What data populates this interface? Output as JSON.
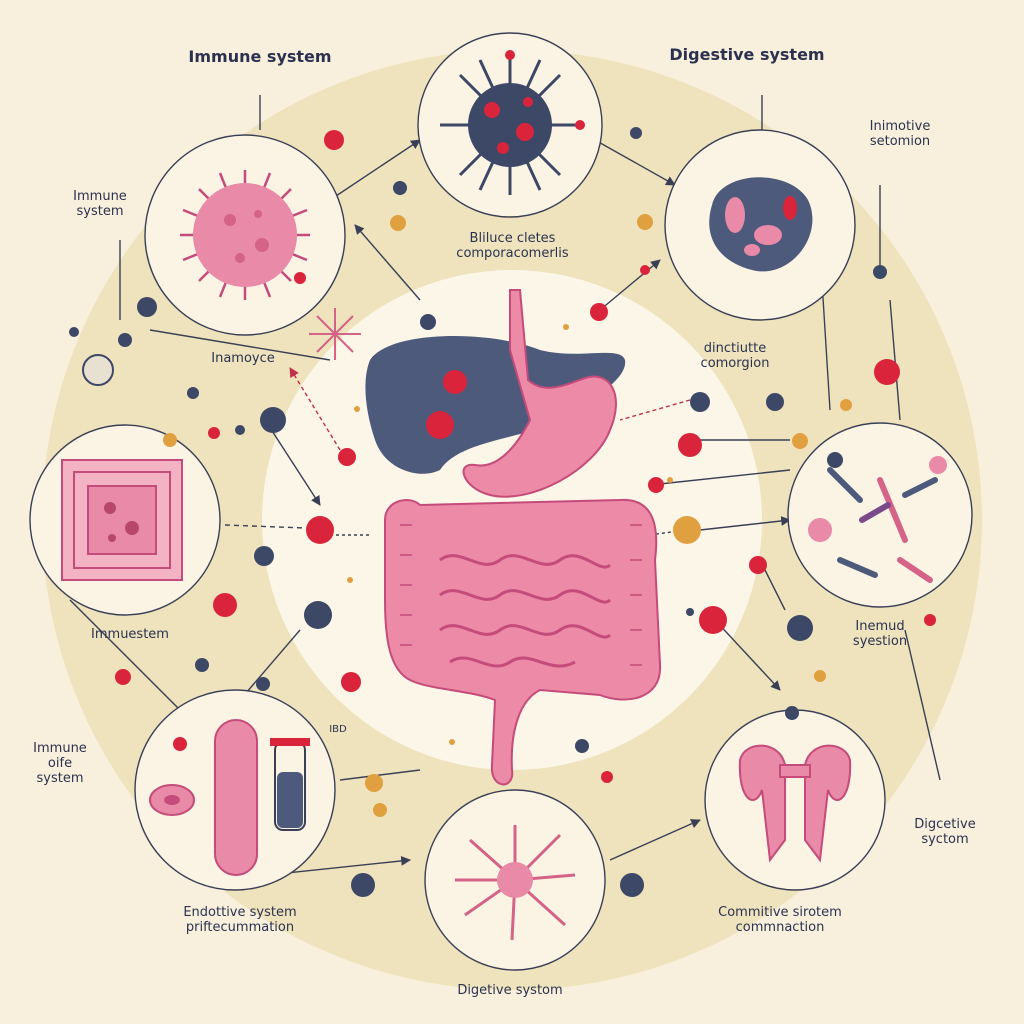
{
  "diagram": {
    "labels": {
      "top_left": "Immune system",
      "top_right": "Digestive system",
      "left_upper": "Immune\nsystem",
      "right_upper": "Inimotive\nsetomion",
      "center_top": "Bliluce cletes\ncomporacomerlis",
      "center_left": "Inamoyce",
      "center_right": "dinctiutte\ncomorgion",
      "left_middle": "Immuestem",
      "right_middle": "Inemud\nsyestion",
      "left_lower": "Immune\noife\nsystem",
      "right_lower": "Digcetive\nsyctom",
      "bottom_left": "Endottive system\npriftecummation",
      "bottom_right": "Commitive sirotem\ncommnaction",
      "bottom": "Digetive systom",
      "small_tag": "IBD"
    },
    "colors": {
      "background": "#f8f0dc",
      "ring": "#efe3bd",
      "center_glow": "#fbf6e8",
      "organ_pink": "#ec8aa8",
      "liver": "#4e5a7c",
      "red_dot": "#d9243c",
      "navy_dot": "#3d4766",
      "orange_dot": "#e0a040",
      "line": "#3a3f56"
    }
  }
}
